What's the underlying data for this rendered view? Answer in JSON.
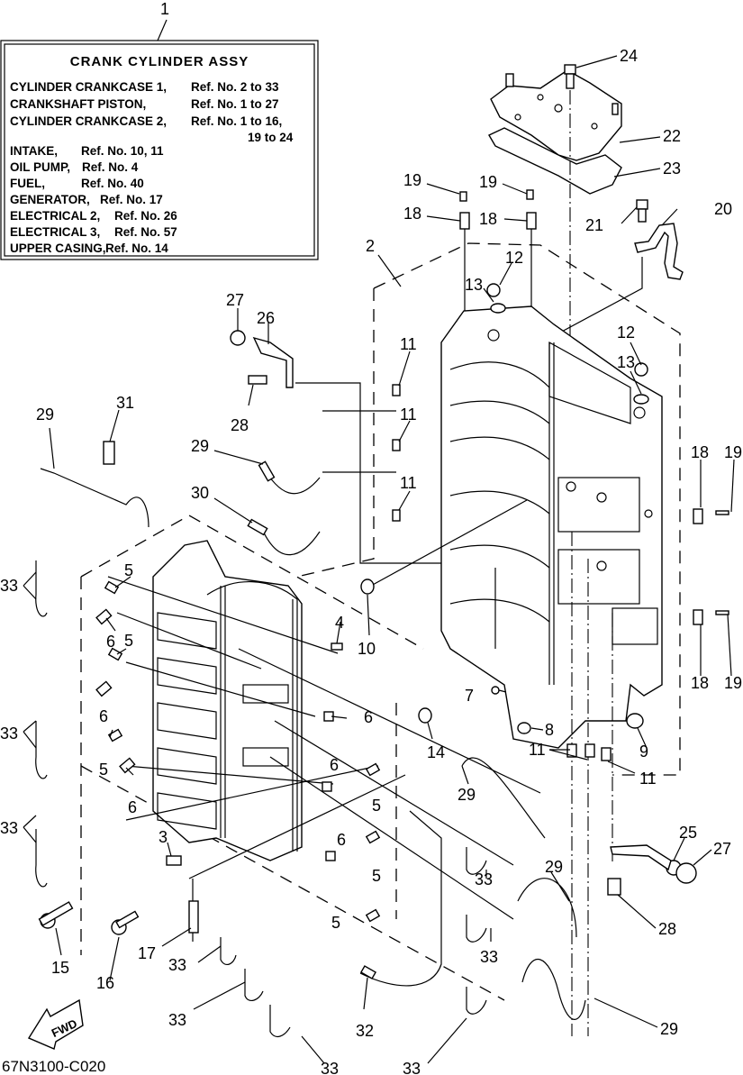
{
  "title_box": {
    "ref": "1",
    "title": "CRANK CYLINDER ASSY",
    "lines": [
      {
        "name": "CYLINDER CRANKCASE 1,",
        "ref": "Ref. No. 2 to 33"
      },
      {
        "name": "CRANKSHAFT PISTON,",
        "ref": "Ref. No. 1 to 27"
      },
      {
        "name": "CYLINDER CRANKCASE 2,",
        "ref": "Ref. No. 1 to 16,"
      },
      {
        "name": "",
        "ref": "19 to 24"
      },
      {
        "name": "INTAKE,",
        "ref": "Ref. No. 10, 11"
      },
      {
        "name": "OIL PUMP,",
        "ref": "Ref. No. 4"
      },
      {
        "name": "FUEL,",
        "ref": "Ref. No. 40"
      },
      {
        "name": "GENERATOR,",
        "ref": "Ref. No. 17"
      },
      {
        "name": "ELECTRICAL 2,",
        "ref": "Ref. No. 26"
      },
      {
        "name": "ELECTRICAL 3,",
        "ref": "Ref. No. 57"
      },
      {
        "name": "UPPER CASING,",
        "ref": "Ref. No. 14"
      }
    ]
  },
  "callouts": {
    "c2": "2",
    "c3": "3",
    "c4": "4",
    "c5a": "5",
    "c5b": "5",
    "c5c": "5",
    "c5d": "5",
    "c5e": "5",
    "c5f": "5",
    "c6a": "6",
    "c6b": "6",
    "c6c": "6",
    "c6d": "6",
    "c6e": "6",
    "c6f": "6",
    "c7": "7",
    "c8": "8",
    "c9": "9",
    "c10": "10",
    "c11a": "11",
    "c11b": "11",
    "c11c": "11",
    "c11d": "11",
    "c11e": "11",
    "c12a": "12",
    "c12b": "12",
    "c13a": "13",
    "c13b": "13",
    "c14": "14",
    "c15": "15",
    "c16": "16",
    "c17": "17",
    "c18a": "18",
    "c18b": "18",
    "c18c": "18",
    "c18d": "18",
    "c19a": "19",
    "c19b": "19",
    "c19c": "19",
    "c19d": "19",
    "c20": "20",
    "c21": "21",
    "c22": "22",
    "c23": "23",
    "c24": "24",
    "c25": "25",
    "c26": "26",
    "c27a": "27",
    "c27b": "27",
    "c28a": "28",
    "c28b": "28",
    "c29a": "29",
    "c29b": "29",
    "c29c": "29",
    "c29d": "29",
    "c29e": "29",
    "c30": "30",
    "c31": "31",
    "c32": "32",
    "c33a": "33",
    "c33b": "33",
    "c33c": "33",
    "c33d": "33",
    "c33e": "33",
    "c33f": "33",
    "c33g": "33",
    "c33h": "33",
    "c33i": "33"
  },
  "fwd_arrow": "FWD",
  "diagram_code": "67N3100-C020"
}
